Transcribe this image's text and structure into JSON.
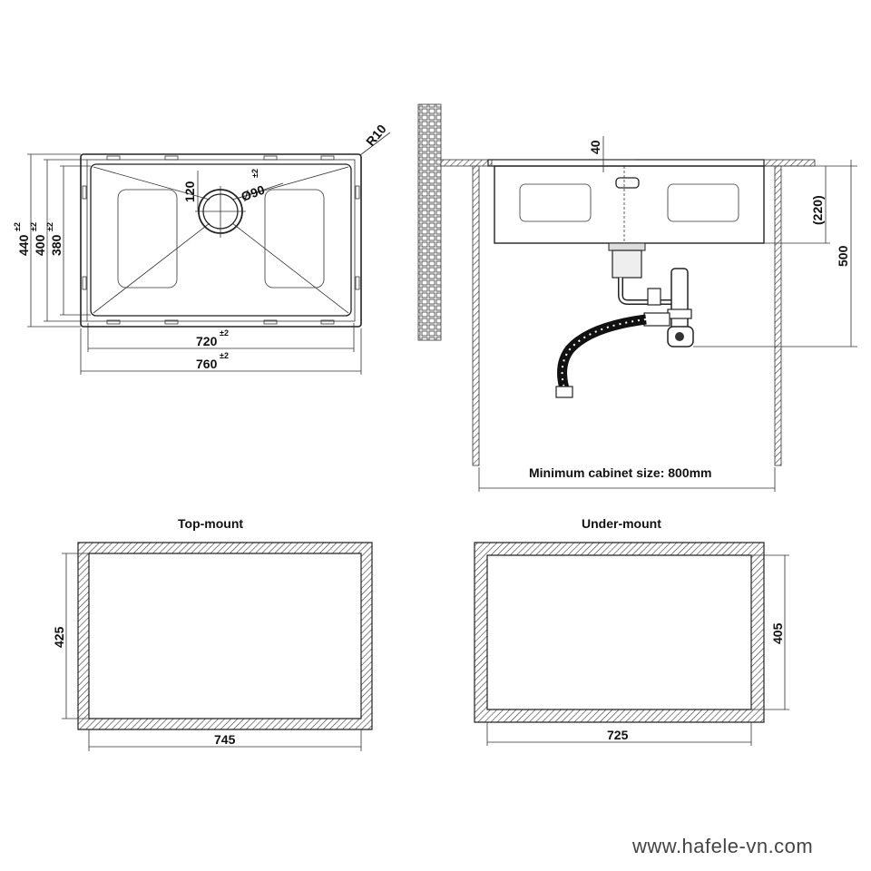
{
  "sink_top_view": {
    "corner_radius": "R10",
    "drain_diameter": "Ø90",
    "drain_tol": "±2",
    "drain_offset": "120",
    "inner_width": "720",
    "inner_width_tol": "±2",
    "outer_width": "760",
    "outer_width_tol": "±2",
    "outer_depth": "440",
    "outer_depth_tol": "±2",
    "mid_depth": "400",
    "mid_depth_tol": "±2",
    "inner_depth": "380",
    "inner_depth_tol": "±2"
  },
  "side_view": {
    "top_dim": "40",
    "bowl_depth": "(220)",
    "total_depth": "500",
    "cabinet_label": "Minimum cabinet size: 800mm"
  },
  "topmount": {
    "title": "Top-mount",
    "width": "745",
    "height": "425"
  },
  "undermount": {
    "title": "Under-mount",
    "width": "725",
    "height": "405"
  },
  "footer": {
    "website": "www.hafele-vn.com"
  }
}
